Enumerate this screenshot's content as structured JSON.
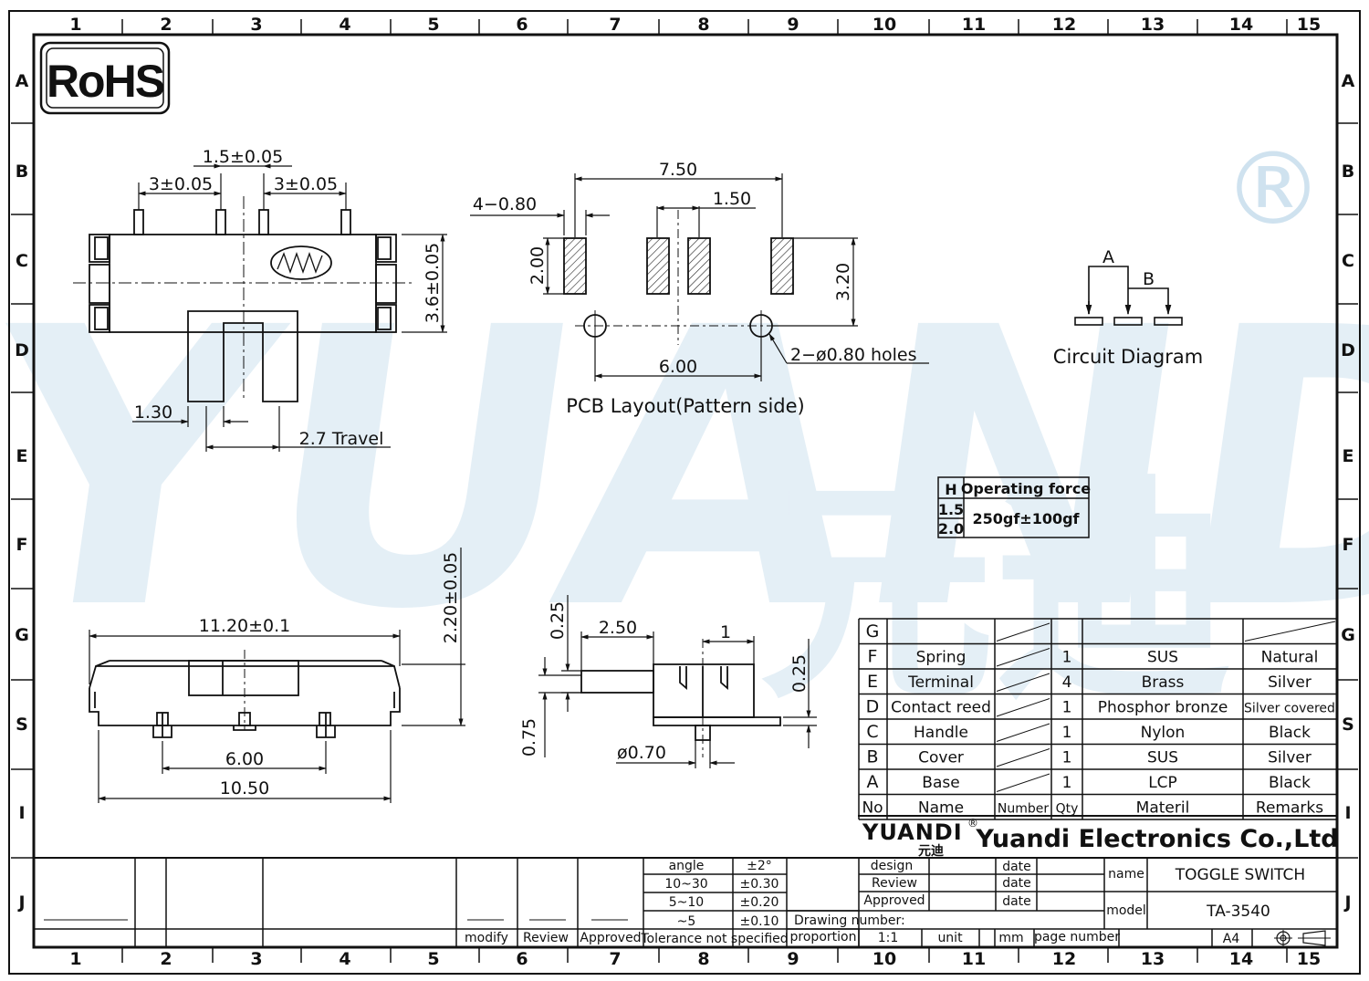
{
  "border": {
    "columns": [
      "1",
      "2",
      "3",
      "4",
      "5",
      "6",
      "7",
      "8",
      "9",
      "10",
      "11",
      "12",
      "13",
      "14",
      "15"
    ],
    "rows": [
      "A",
      "B",
      "C",
      "D",
      "E",
      "F",
      "G",
      "S",
      "I",
      "J"
    ]
  },
  "logo": {
    "rohs": "RoHS",
    "registered": "®"
  },
  "watermark": {
    "text": "YUANDI",
    "cn": "元迪",
    "color": "#cfe2ef"
  },
  "top_view": {
    "dim_pitch": "1.5±0.05",
    "dim_left": "3±0.05",
    "dim_right": "3±0.05",
    "dim_height": "3.6±0.05",
    "dim_handle": "1.30",
    "dim_travel": "2.7 Travel"
  },
  "pcb": {
    "dim_width": "7.50",
    "dim_pad": "4−0.80",
    "dim_gap": "1.50",
    "dim_padh": "2.00",
    "dim_row": "3.20",
    "dim_holes_pitch": "6.00",
    "holes": "2−ø0.80  holes",
    "caption": "PCB  Layout(Pattern  side)"
  },
  "circuit": {
    "label_a": "A",
    "label_b": "B",
    "caption": "Circuit  Diagram"
  },
  "force": {
    "h_header": "H",
    "force_header": "Operating force",
    "h1": "1.5",
    "h2": "2.0",
    "value": "250gf±100gf"
  },
  "front_view": {
    "dim_width": "11.20±0.1",
    "dim_height": "2.20±0.05",
    "dim_pin": "6.00",
    "dim_base": "10.50"
  },
  "side_view": {
    "d025a": "0.25",
    "d250": "2.50",
    "d1": "1",
    "d025b": "0.25",
    "d075": "0.75",
    "d070": "ø0.70"
  },
  "bom": {
    "rows": [
      {
        "no": "G",
        "name": "",
        "qty": "",
        "material": "",
        "remarks": ""
      },
      {
        "no": "F",
        "name": "Spring",
        "qty": "1",
        "material": "SUS",
        "remarks": "Natural"
      },
      {
        "no": "E",
        "name": "Terminal",
        "qty": "4",
        "material": "Brass",
        "remarks": "Silver"
      },
      {
        "no": "D",
        "name": "Contact reed",
        "qty": "1",
        "material": "Phosphor bronze",
        "remarks": "Silver covered"
      },
      {
        "no": "C",
        "name": "Handle",
        "qty": "1",
        "material": "Nylon",
        "remarks": "Black"
      },
      {
        "no": "B",
        "name": "Cover",
        "qty": "1",
        "material": "SUS",
        "remarks": "Silver"
      },
      {
        "no": "A",
        "name": "Base",
        "qty": "1",
        "material": "LCP",
        "remarks": "Black"
      }
    ],
    "headers": {
      "no": "No",
      "name": "Name",
      "number": "Number",
      "qty": "Qty",
      "material": "Materil",
      "remarks": "Remarks"
    }
  },
  "company": {
    "brand": "YUANDI",
    "brand_cn": "元迪",
    "name": "Yuandi Electronics Co.,Ltd"
  },
  "title_block": {
    "tolerance": [
      {
        "range": "angle",
        "value": "±2°"
      },
      {
        "range": "10~30",
        "value": "±0.30"
      },
      {
        "range": "5~10",
        "value": "±0.20"
      },
      {
        "range": "~5",
        "value": "±0.10"
      }
    ],
    "tolerance_label": "Tolerance not specified",
    "modify": "modify",
    "review": "Review",
    "approved": "Approved",
    "design": "design",
    "review2": "Review",
    "approved2": "Approved",
    "date": "date",
    "drawing_number": "Drawing number:",
    "proportion": "proportion",
    "scale": "1:1",
    "unit": "unit",
    "mm": "mm",
    "page_number": "page number",
    "paper": "A4",
    "name_label": "name",
    "name_value": "TOGGLE SWITCH",
    "model_label": "model",
    "model_value": "TA-3540"
  }
}
